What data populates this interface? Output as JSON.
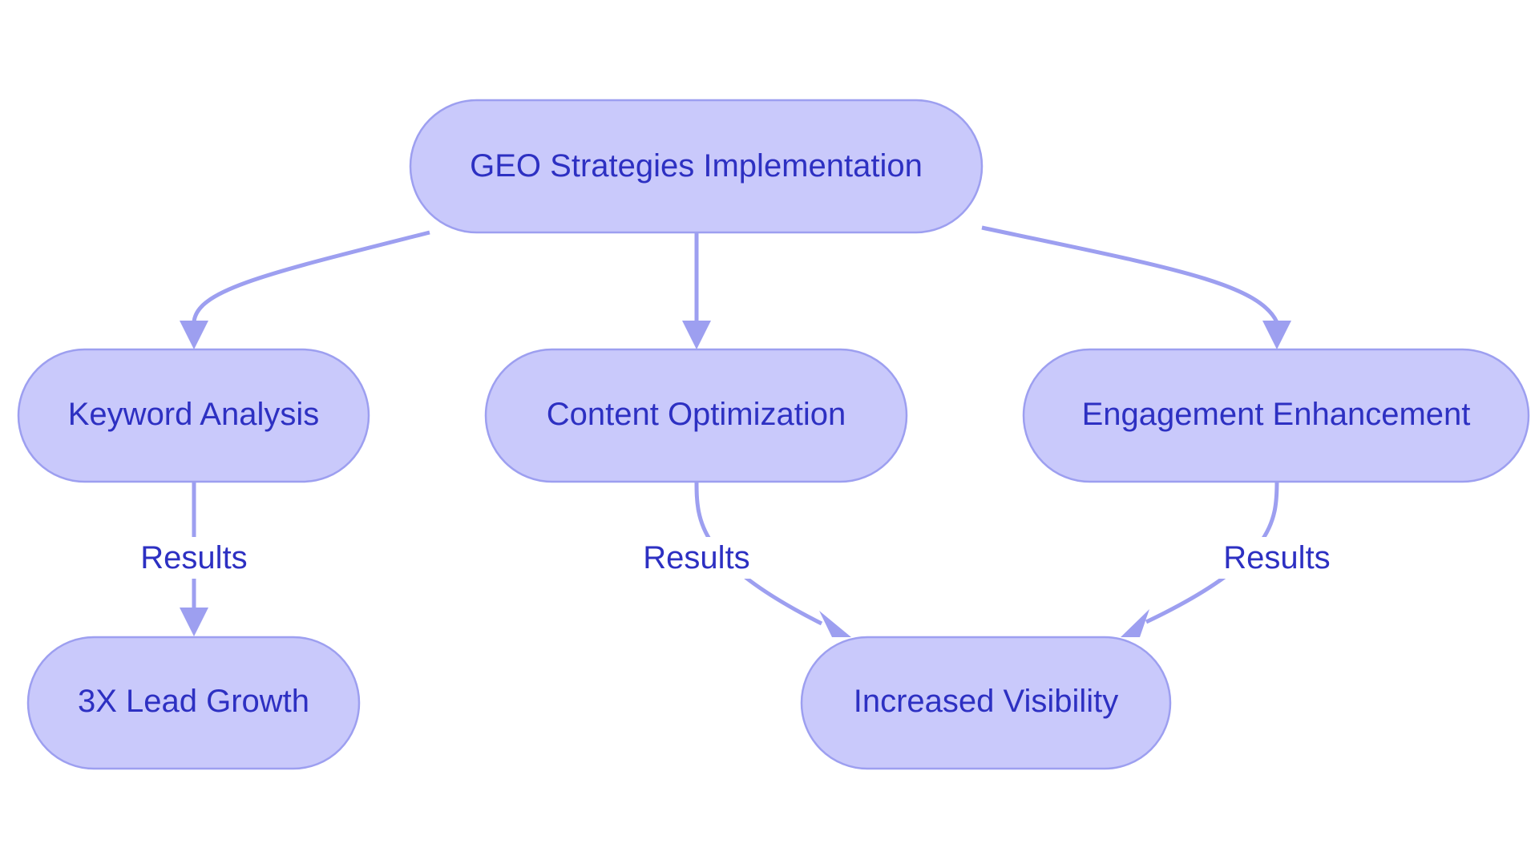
{
  "colors": {
    "node_fill": "#c9c9fb",
    "node_stroke": "#9d9ff0",
    "edge": "#9d9ff0",
    "text": "#2d30c2",
    "background": "#ffffff"
  },
  "nodes": {
    "root": "GEO Strategies Implementation",
    "keyword": "Keyword Analysis",
    "content": "Content Optimization",
    "engagement": "Engagement Enhancement",
    "lead": "3X Lead Growth",
    "visibility": "Increased Visibility"
  },
  "edges": [
    {
      "from": "root",
      "to": "keyword",
      "label": ""
    },
    {
      "from": "root",
      "to": "content",
      "label": ""
    },
    {
      "from": "root",
      "to": "engagement",
      "label": ""
    },
    {
      "from": "keyword",
      "to": "lead",
      "label": "Results"
    },
    {
      "from": "content",
      "to": "visibility",
      "label": "Results"
    },
    {
      "from": "engagement",
      "to": "visibility",
      "label": "Results"
    }
  ]
}
